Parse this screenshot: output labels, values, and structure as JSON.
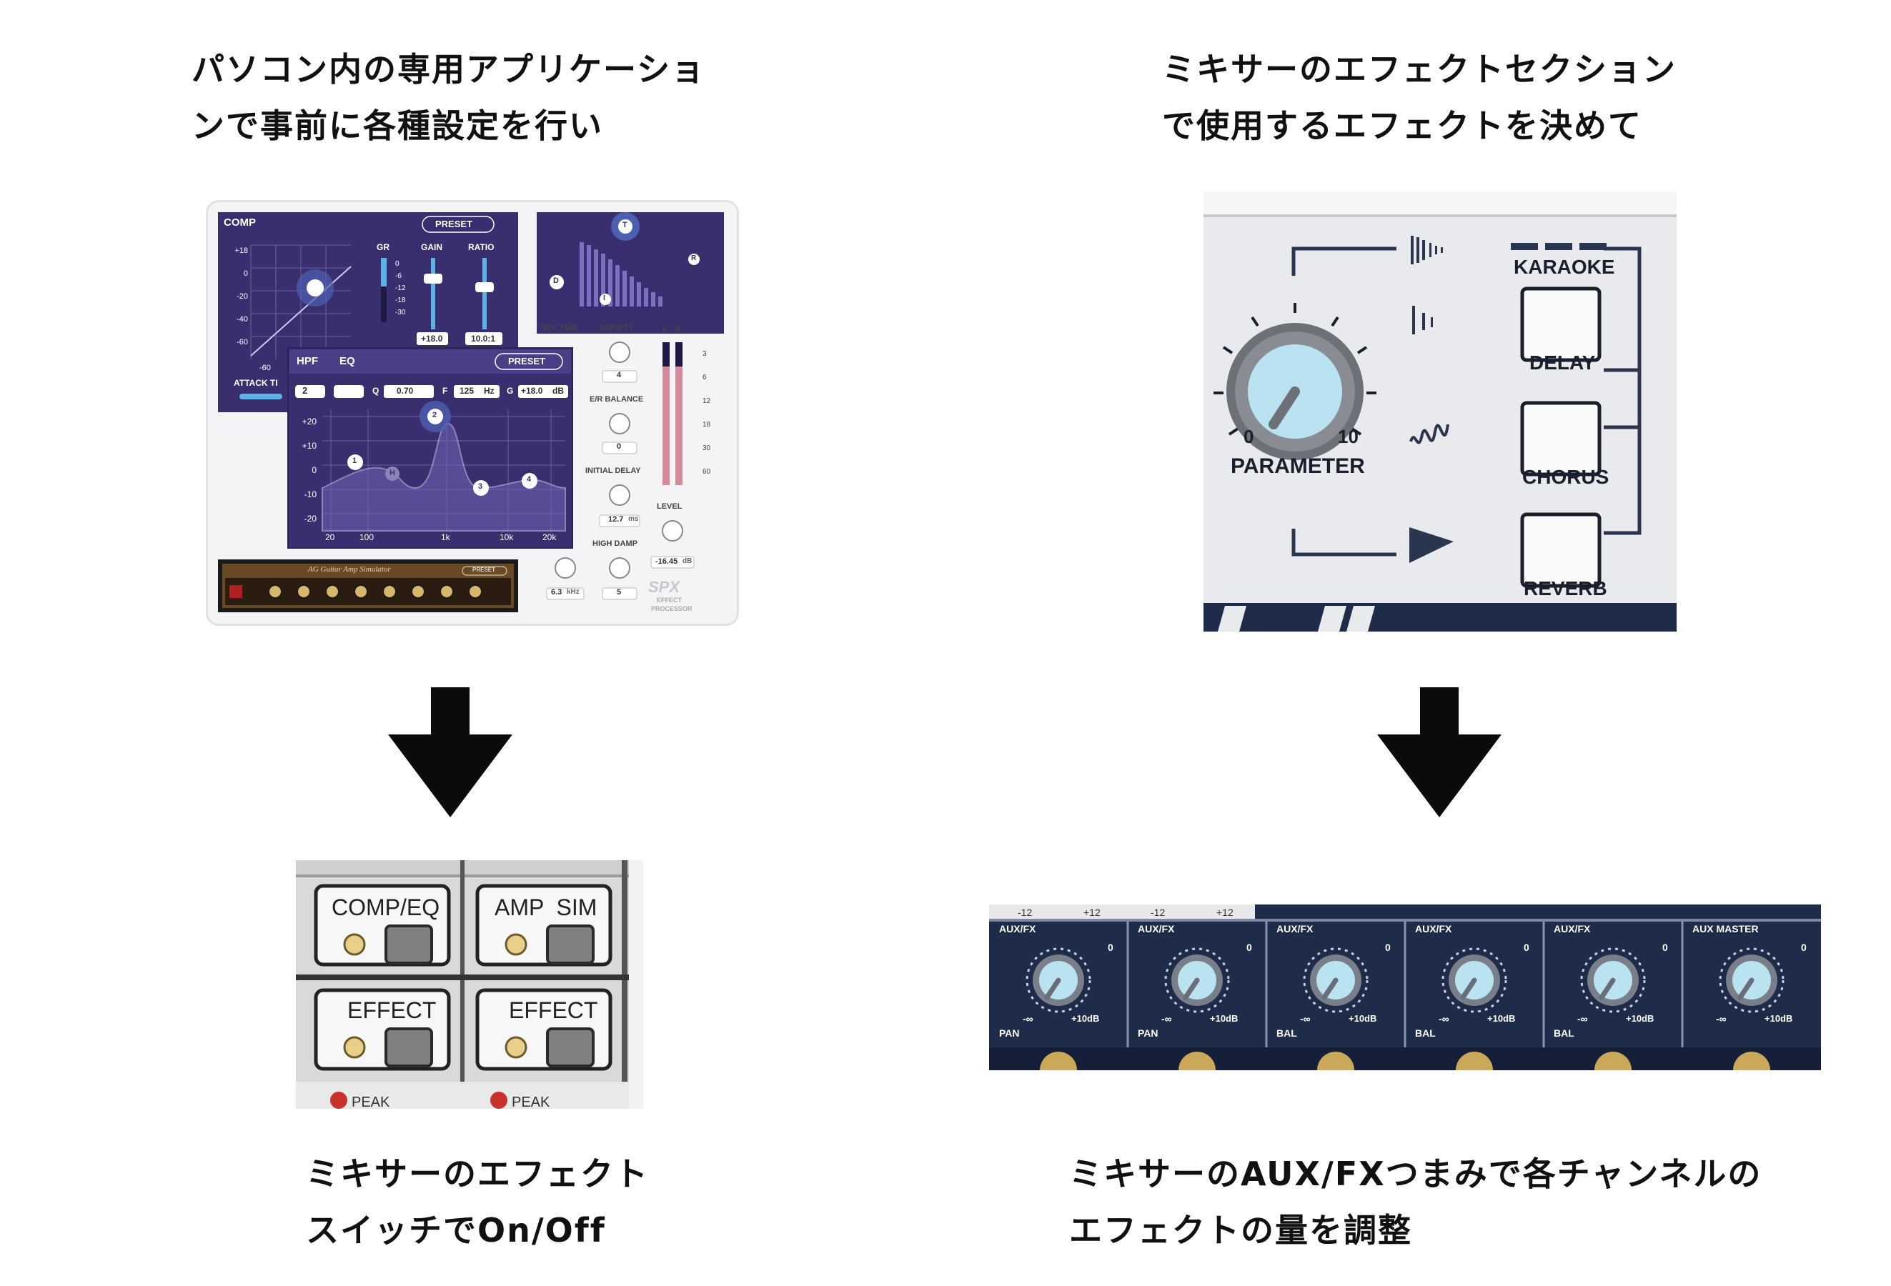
{
  "steps": {
    "top_left": {
      "line1": "パソコン内の専用アプリケーショ",
      "line2": "ンで事前に各種設定を行い"
    },
    "top_right": {
      "line1": "ミキサーのエフェクトセクション",
      "line2": "で使用するエフェクトを決めて"
    },
    "bottom_left": {
      "line1": "ミキサーのエフェクト",
      "line2": "スイッチでOn/Off"
    },
    "bottom_right": {
      "line1": "ミキサーのAUX/FXつまみで各チャンネルの",
      "line2": "エフェクトの量を調整"
    }
  },
  "app_window": {
    "comp": {
      "title": "COMP",
      "preset": "PRESET",
      "y_ticks": [
        "+18",
        "0",
        "-20",
        "-40",
        "-60"
      ],
      "x_tick": "-60",
      "gr_label": "GR",
      "gr_ticks": [
        "0",
        "-6",
        "-12",
        "-18",
        "-30"
      ],
      "gain_label": "GAIN",
      "ratio_label": "RATIO",
      "gain_value": "+18.0",
      "ratio_value": "10.0:1",
      "attack_label": "ATTACK TI"
    },
    "eq": {
      "hpf_label": "HPF",
      "eq_label": "EQ",
      "preset": "PRESET",
      "band_select": "2",
      "q_label": "Q",
      "q_value": "0.70",
      "f_label": "F",
      "f_value": "125",
      "f_unit": "Hz",
      "g_label": "G",
      "g_value": "+18.0",
      "g_unit": "dB",
      "y_ticks": [
        "+20",
        "+10",
        "0",
        "-10",
        "-20"
      ],
      "x_ticks": [
        "20",
        "100",
        "1k",
        "10k",
        "20k"
      ],
      "nodes": [
        "1",
        "H",
        "2",
        "3",
        "4"
      ]
    },
    "reverb": {
      "display_nodes": [
        "T",
        "D",
        "I",
        "R"
      ],
      "rev_time_label": "REV TIME",
      "density_label": "DENSITY",
      "density_value": "4",
      "er_balance_label": "E/R BALANCE",
      "er_balance_value": "0",
      "initial_delay_label": "INITIAL DELAY",
      "initial_delay_value": "12.7",
      "initial_delay_unit": "ms",
      "high_damp_label": "HIGH DAMP",
      "high_damp_value": "5",
      "left_value": "6.3",
      "left_unit": "kHz",
      "meter_l": "L",
      "meter_r": "R",
      "meter_ticks": [
        "3",
        "6",
        "12",
        "18",
        "30",
        "60"
      ],
      "level_label": "LEVEL",
      "level_value": "-16.45",
      "level_unit": "dB",
      "logo": "SPX",
      "logo_sub1": "EFFECT",
      "logo_sub2": "PROCESSOR"
    },
    "amp_sim": {
      "title": "AG Guitar Amp Simulator",
      "preset": "PRESET"
    }
  },
  "fx_section": {
    "parameter_label": "PARAMETER",
    "min": "0",
    "max": "10",
    "buttons": [
      "KARAOKE",
      "DELAY",
      "CHORUS",
      "REVERB"
    ]
  },
  "switch_panel": {
    "buttons": [
      "COMP/EQ",
      "AMP  SIM",
      "EFFECT",
      "EFFECT"
    ],
    "peak": "PEAK"
  },
  "aux_strip": {
    "top_ticks": [
      "-12",
      "+12",
      "-12",
      "+12"
    ],
    "channels": [
      {
        "label": "AUX/FX",
        "bottom": "PAN"
      },
      {
        "label": "AUX/FX",
        "bottom": "PAN"
      },
      {
        "label": "AUX/FX",
        "bottom": "BAL"
      },
      {
        "label": "AUX/FX",
        "bottom": "BAL"
      },
      {
        "label": "AUX/FX",
        "bottom": "BAL"
      },
      {
        "label": "AUX MASTER",
        "bottom": ""
      }
    ],
    "zero": "0",
    "min": "-∞",
    "max": "+10dB"
  },
  "colors": {
    "arrow": "#0b0b0b",
    "app_purple": "#3a2f6e",
    "knob_blue": "#b9e3f1",
    "mixer_navy": "#1e2c4a"
  }
}
